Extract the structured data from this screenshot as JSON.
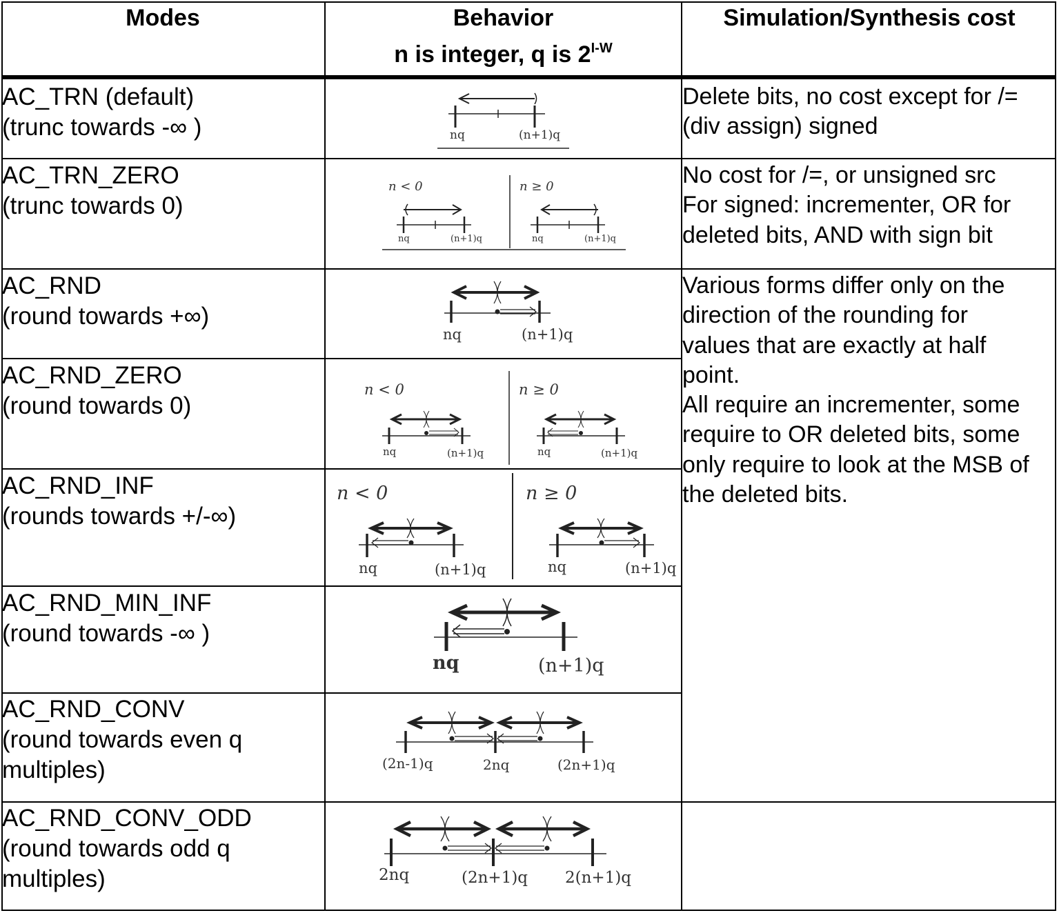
{
  "header": {
    "modes": "Modes",
    "behavior_line1": "Behavior",
    "behavior_line2": "n is integer, q is 2",
    "behavior_sup": "I-W",
    "cost": "Simulation/Synthesis cost"
  },
  "rows": [
    {
      "mode": "AC_TRN (default)",
      "desc": "(trunc towards -∞ )"
    },
    {
      "mode": "AC_TRN_ZERO",
      "desc": "(trunc towards 0)"
    },
    {
      "mode": "AC_RND",
      "desc": "(round towards +∞)"
    },
    {
      "mode": "AC_RND_ZERO",
      "desc": "(round towards 0)"
    },
    {
      "mode": "AC_RND_INF",
      "desc": "(rounds towards +/-∞)"
    },
    {
      "mode": "AC_RND_MIN_INF",
      "desc": "(round towards -∞ )"
    },
    {
      "mode": "AC_RND_CONV",
      "desc": "(round towards even q",
      "desc2": "multiples)"
    },
    {
      "mode": "AC_RND_CONV_ODD",
      "desc": "(round towards odd q",
      "desc2": "multiples)"
    }
  ],
  "costs": {
    "trn": [
      "Delete bits, no cost except for /=",
      "(div assign) signed"
    ],
    "trn_zero": [
      "No cost for /=, or unsigned src",
      "For signed: incrementer, OR for",
      "deleted bits, AND with sign bit"
    ],
    "rnd": [
      "Various forms differ only on the",
      "direction of the rounding for",
      "values that are exactly at half",
      "point.",
      "All require an incrementer, some",
      "require to OR deleted bits, some",
      "only require to look at the MSB of",
      "the deleted bits."
    ]
  },
  "diagram_labels": {
    "nq": "nq",
    "n1q": "(n+1)q",
    "neg": "n < 0",
    "pos": "n ≥ 0",
    "conv": [
      "(2n-1)q",
      "2nq",
      "(2n+1)q"
    ],
    "conv_odd": [
      "2nq",
      "(2n+1)q",
      "2(n+1)q"
    ]
  }
}
